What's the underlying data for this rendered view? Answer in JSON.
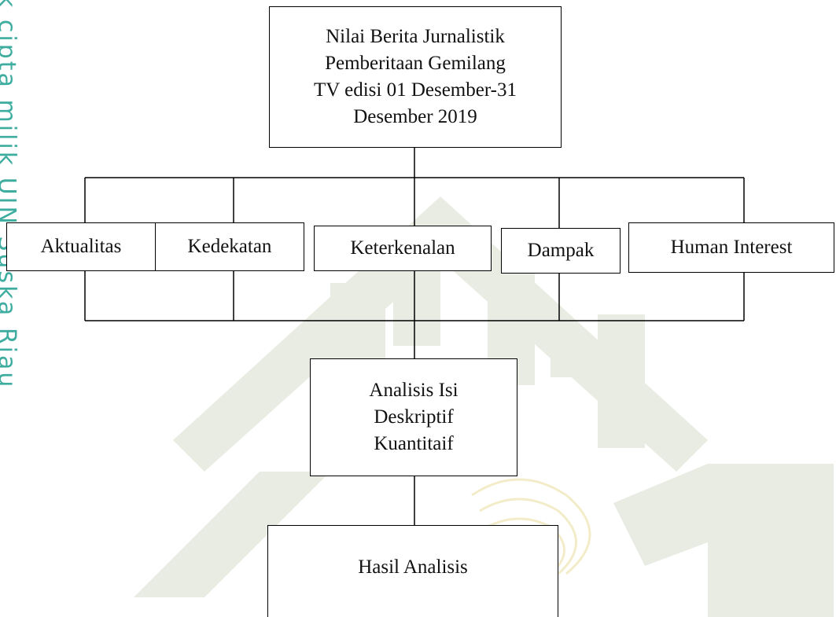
{
  "watermark": {
    "side_text": "k cipta milik UIN Suska Riau",
    "color": "#2aa596"
  },
  "diagram": {
    "top": [
      "Nilai Berita Jurnalistik",
      "Pemberitaan Gemilang",
      "TV edisi 01 Desember-31",
      "Desember 2019"
    ],
    "elements": [
      "Aktualitas",
      "Kedekatan",
      "Keterkenalan",
      "Dampak",
      "Human Interest"
    ],
    "analysis": [
      "Analisis Isi",
      "Deskriptif",
      "Kuantitaif"
    ],
    "result": "Hasil Analisis"
  }
}
